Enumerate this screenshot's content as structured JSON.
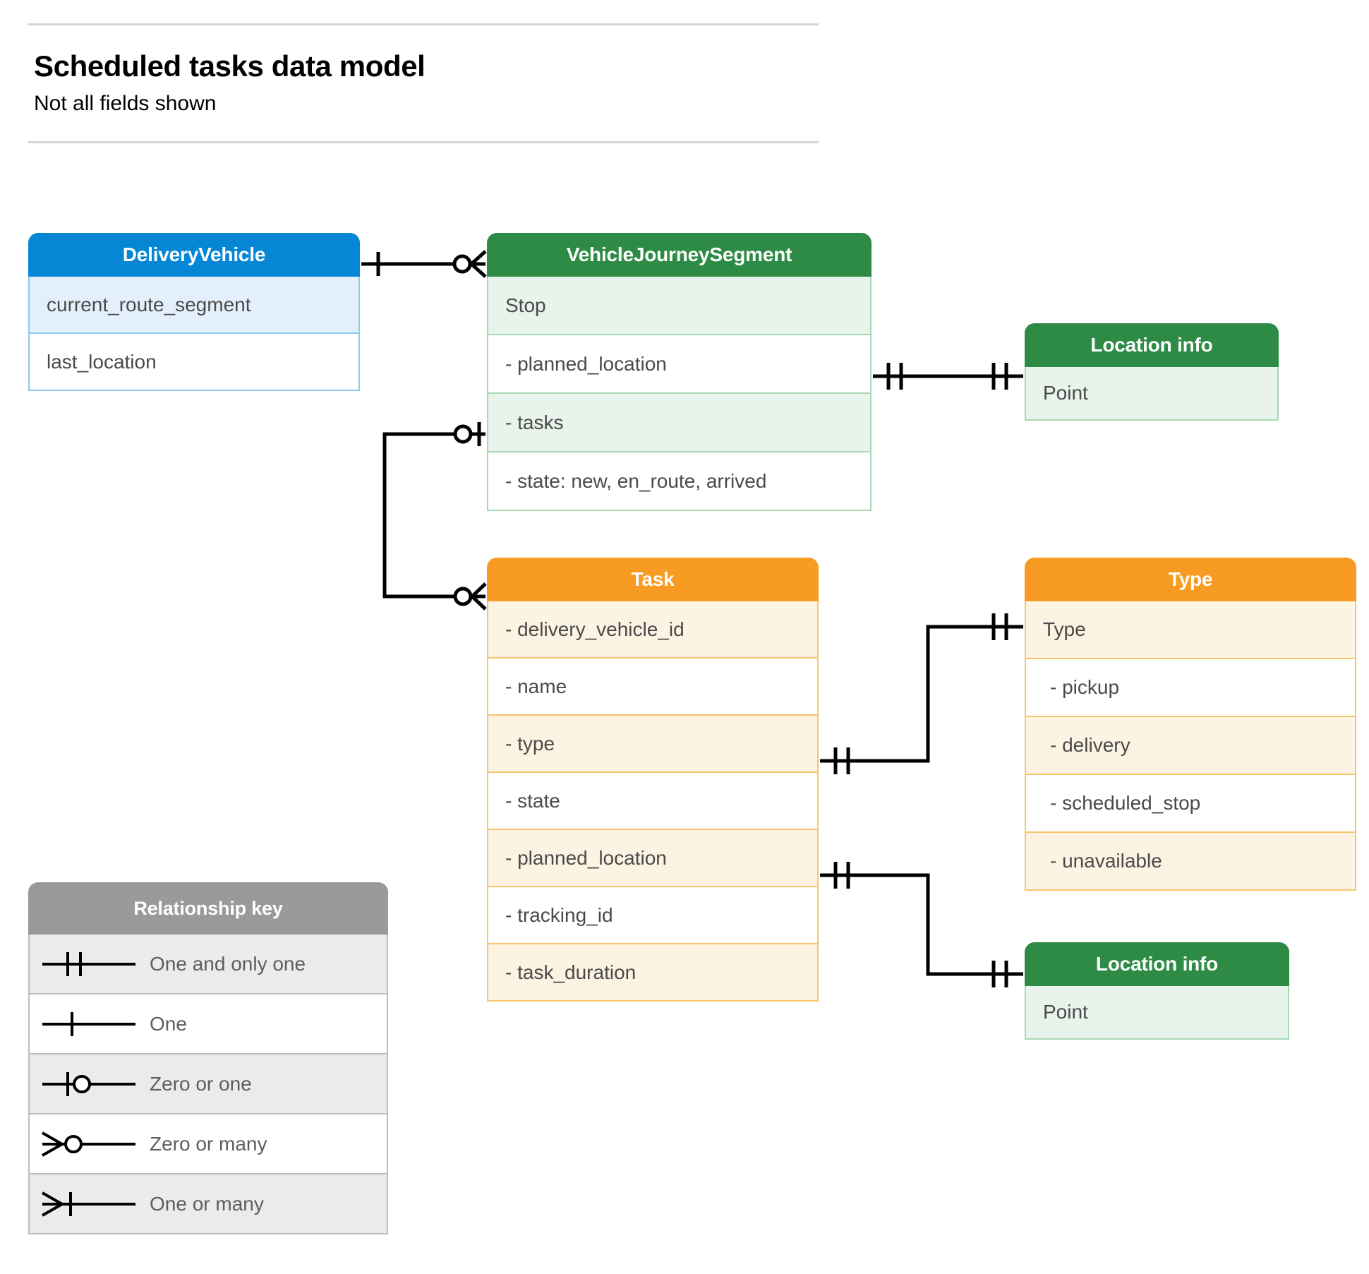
{
  "header": {
    "title": "Scheduled tasks data model",
    "subtitle": "Not all fields shown"
  },
  "colors": {
    "blue_header": "#0587d6",
    "blue_row": "#e3f0fb",
    "blue_border": "#8ec9ee",
    "green_header": "#2e8b46",
    "green_row": "#e7f3eb",
    "green_border": "#a8d9b6",
    "orange_header": "#f89b22",
    "orange_row": "#fdf3e2",
    "orange_border": "#f8c46a",
    "gray_header": "#9a9a9a",
    "gray_row": "#ebebeb",
    "gray_border": "#bdbdbd",
    "connector_line": "#000000",
    "rule": "#d4d4d4",
    "body_text": "#4a4a4a"
  },
  "entities": {
    "delivery_vehicle": {
      "title": "DeliveryVehicle",
      "rows": [
        "current_route_segment",
        "last_location"
      ]
    },
    "journey_segment": {
      "title": "VehicleJourneySegment",
      "rows": [
        "Stop",
        "-  planned_location",
        "- tasks",
        "- state: new, en_route, arrived"
      ]
    },
    "location_top": {
      "title": "Location info",
      "rows": [
        "Point"
      ]
    },
    "task": {
      "title": "Task",
      "rows": [
        "- delivery_vehicle_id",
        "- name",
        "- type",
        "- state",
        "- planned_location",
        "- tracking_id",
        "- task_duration"
      ]
    },
    "type": {
      "title": "Type",
      "rows": [
        "Type",
        "-   pickup",
        "-   delivery",
        "-   scheduled_stop",
        "-   unavailable"
      ]
    },
    "location_bottom": {
      "title": "Location info",
      "rows": [
        "Point"
      ]
    }
  },
  "legend": {
    "title": "Relationship key",
    "items": [
      {
        "label": "One and only one",
        "symbol": "one-and-only-one-symbol"
      },
      {
        "label": "One",
        "symbol": "one-symbol"
      },
      {
        "label": "Zero or one",
        "symbol": "zero-or-one-symbol"
      },
      {
        "label": "Zero or many",
        "symbol": "zero-or-many-symbol"
      },
      {
        "label": "One or many",
        "symbol": "one-or-many-symbol"
      }
    ]
  },
  "relationships": [
    {
      "from": "DeliveryVehicle",
      "from_cardinality": "One",
      "to": "VehicleJourneySegment",
      "to_cardinality": "Zero or many"
    },
    {
      "from": "VehicleJourneySegment.planned_location",
      "from_cardinality": "One and only one",
      "to": "Location info",
      "to_cardinality": "One and only one"
    },
    {
      "from": "VehicleJourneySegment.tasks",
      "from_cardinality": "Zero or one",
      "to": "Task",
      "to_cardinality": "Zero or many"
    },
    {
      "from": "Task.type",
      "from_cardinality": "One and only one",
      "to": "Type",
      "to_cardinality": "One and only one"
    },
    {
      "from": "Task.planned_location",
      "from_cardinality": "One and only one",
      "to": "Location info",
      "to_cardinality": "One and only one"
    }
  ]
}
